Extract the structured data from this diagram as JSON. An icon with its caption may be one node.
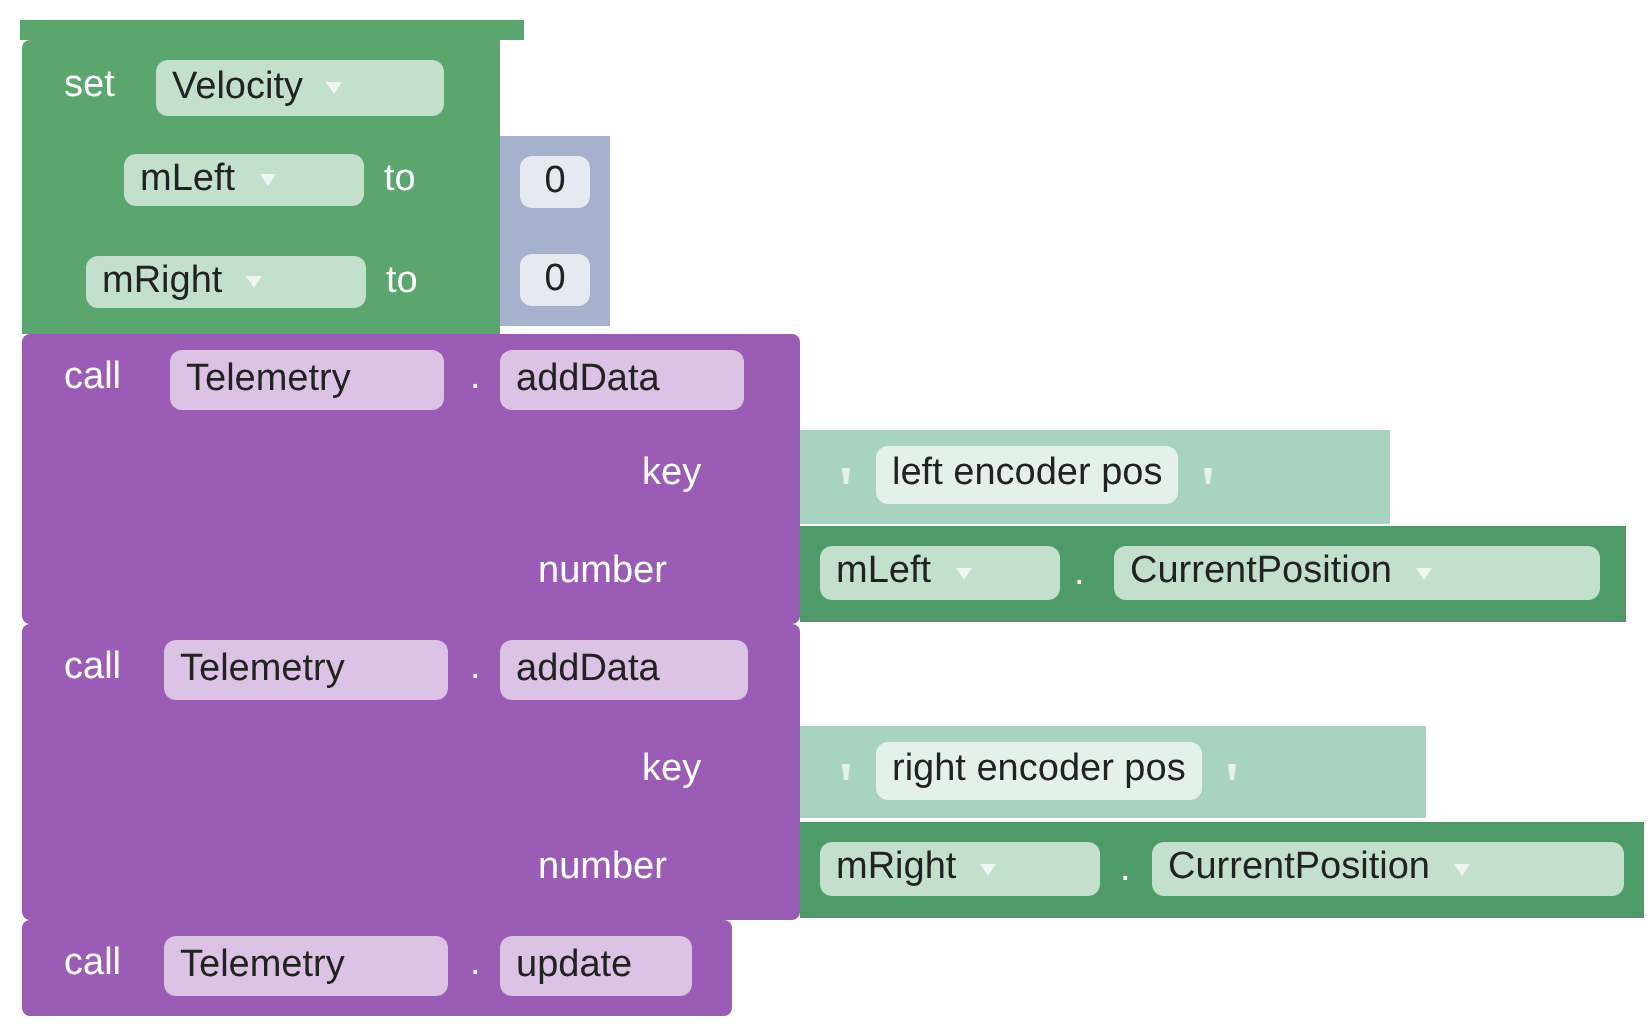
{
  "diagram": {
    "nodes": [
      {
        "text": [],
        "shape": "bar"
      },
      {
        "text": [
          "set",
          "to",
          "to"
        ]
      },
      {
        "text": [
          "Velocity"
        ],
        "in": 1
      },
      {
        "text": [
          "mLeft"
        ],
        "in": 1
      },
      {
        "text": [
          "mRight"
        ],
        "in": 1
      },
      {
        "text": [
          "0"
        ]
      },
      {
        "text": [
          "0"
        ]
      },
      {
        "text": [
          "call",
          ".",
          "key",
          "number"
        ]
      },
      {
        "text": [
          "Telemetry"
        ],
        "in": 7
      },
      {
        "text": [
          "addData"
        ],
        "in": 7
      },
      {
        "text": [
          "left encoder pos"
        ]
      },
      {
        "text": [
          "."
        ]
      },
      {
        "text": [
          "mLeft"
        ],
        "in": 11
      },
      {
        "text": [
          "CurrentPosition"
        ],
        "in": 11
      },
      {
        "text": [
          "call",
          ".",
          "key",
          "number"
        ]
      },
      {
        "text": [
          "Telemetry"
        ],
        "in": 14
      },
      {
        "text": [
          "addData"
        ],
        "in": 14
      },
      {
        "text": [
          "right encoder pos"
        ]
      },
      {
        "text": [
          "."
        ]
      },
      {
        "text": [
          "mRight"
        ],
        "in": 18
      },
      {
        "text": [
          "CurrentPosition"
        ],
        "in": 18
      },
      {
        "text": [
          "call",
          "."
        ]
      },
      {
        "text": [
          "Telemetry"
        ],
        "in": 21
      },
      {
        "text": [
          "update"
        ],
        "in": 21
      }
    ]
  }
}
